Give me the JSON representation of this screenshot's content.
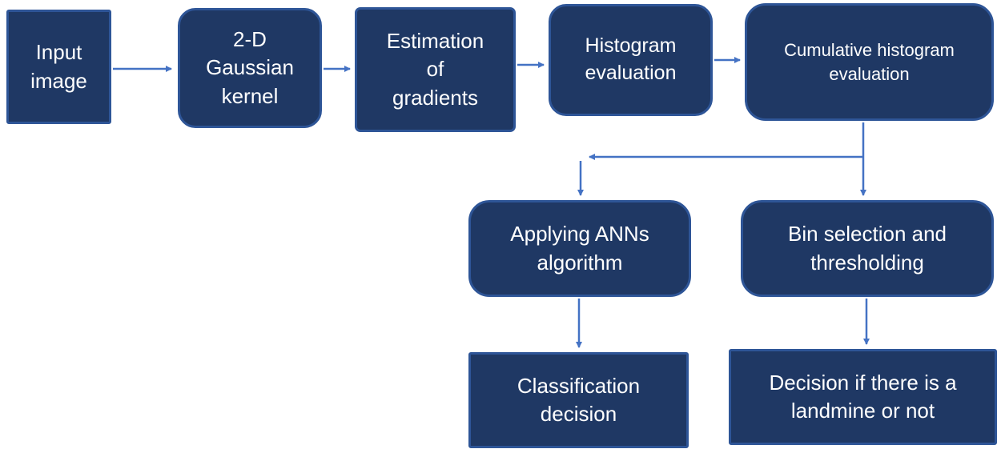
{
  "diagram": {
    "description": "Flowchart of landmine detection image-processing pipeline",
    "colors": {
      "box_fill": "#1F3864",
      "box_border": "#2E5597",
      "arrow": "#4472C4",
      "text": "#FFFFFF",
      "background": "#FFFFFF"
    },
    "nodes": {
      "input_image": {
        "label": "Input\nimage"
      },
      "gaussian_kernel": {
        "label": "2-D\nGaussian\nkernel"
      },
      "estimation_gradients": {
        "label": "Estimation\nof\ngradients"
      },
      "histogram_evaluation": {
        "label": "Histogram\nevaluation"
      },
      "cumulative_histogram": {
        "label": "Cumulative histogram\nevaluation"
      },
      "applying_anns": {
        "label": "Applying ANNs\nalgorithm"
      },
      "bin_selection": {
        "label": "Bin selection and\nthresholding"
      },
      "classification_decision": {
        "label": "Classification\ndecision"
      },
      "decision_landmine": {
        "label": "Decision if there is a\nlandmine or not"
      }
    },
    "edges": [
      {
        "from": "input_image",
        "to": "gaussian_kernel"
      },
      {
        "from": "gaussian_kernel",
        "to": "estimation_gradients"
      },
      {
        "from": "estimation_gradients",
        "to": "histogram_evaluation"
      },
      {
        "from": "histogram_evaluation",
        "to": "cumulative_histogram"
      },
      {
        "from": "cumulative_histogram",
        "to": "applying_anns"
      },
      {
        "from": "cumulative_histogram",
        "to": "bin_selection"
      },
      {
        "from": "applying_anns",
        "to": "classification_decision"
      },
      {
        "from": "bin_selection",
        "to": "decision_landmine"
      }
    ]
  }
}
